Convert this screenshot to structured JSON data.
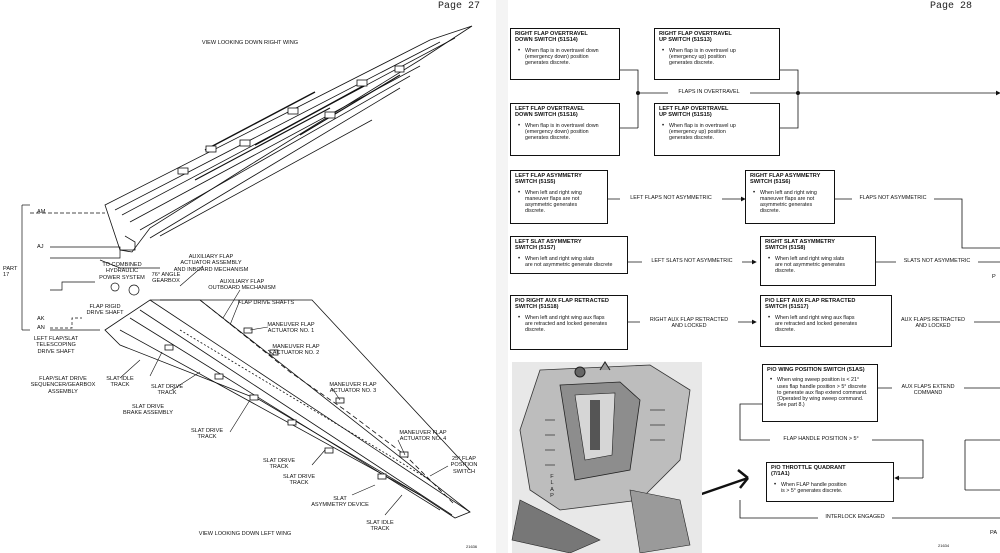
{
  "left_page": {
    "page_label": "Page 27",
    "top_caption": "VIEW LOOKING DOWN RIGHT WING",
    "bottom_caption": "VIEW LOOKING DOWN LEFT WING",
    "part_ref": "PART\n17",
    "station_am": "AM",
    "station_aj": "AJ",
    "station_ak": "AK",
    "station_an": "AN",
    "labels": {
      "hydraulic": "TO COMBINED\nHYDRAULIC\nPOWER SYSTEM",
      "aux_actuator_assy": "AUXILIARY FLAP\nACTUATOR ASSEMBLY\nAND INBOARD MECHANISM",
      "angle_gearbox": "76° ANGLE\nGEARBOX",
      "aux_outboard": "AUXILIARY FLAP\nOUTBOARD MECHANISM",
      "rigid_drive": "FLAP RIGID\nDRIVE SHAFT",
      "flap_drive_shafts": "FLAP DRIVE SHAFTS",
      "telescoping": "LEFT FLAP/SLAT\nTELESCOPING\nDRIVE SHAFT",
      "mfa1": "MANEUVER FLAP\nACTUATOR NO. 1",
      "mfa2": "MANEUVER FLAP\nACTUATOR NO. 2",
      "sequencer": "FLAP/SLAT DRIVE\nSEQUENCER/GEARBOX\nASSEMBLY",
      "slat_idle_1": "SLAT IDLE\nTRACK",
      "slat_drive_track_1": "SLAT DRIVE\nTRACK",
      "brake": "SLAT DRIVE\nBRAKE ASSEMBLY",
      "mfa3": "MANEUVER FLAP\nACTUATOR NO. 3",
      "slat_drive_track_2": "SLAT DRIVE\nTRACK",
      "mfa4": "MANEUVER FLAP\nACTUATOR NO. 4",
      "flap25": "25° FLAP\nPOSITION\nSWITCH",
      "slat_drive_track_3": "SLAT DRIVE\nTRACK",
      "slat_drive_track_4": "SLAT DRIVE\nTRACK",
      "asym_device": "SLAT\nASYMMETRY DEVICE",
      "slat_idle_2": "SLAT IDLE\nTRACK"
    },
    "footnote": "21636"
  },
  "right_page": {
    "page_label": "Page 28",
    "boxes": {
      "b1": {
        "title": "RIGHT FLAP OVERTRAVEL\nDOWN SWITCH (51S14)",
        "body": "When flap is in overtravel down\n(emergency down) position\ngenerates discrete."
      },
      "b2": {
        "title": "RIGHT FLAP OVERTRAVEL\nUP SWITCH (51S13)",
        "body": "When flap is in overtravel up\n(emergency up) position\ngenerates discrete."
      },
      "b3": {
        "title": "LEFT FLAP OVERTRAVEL\nDOWN SWITCH (51S16)",
        "body": "When flap is in overtravel down\n(emergency down) position\ngenerates discrete."
      },
      "b4": {
        "title": "LEFT FLAP OVERTRAVEL\nUP SWITCH (51S15)",
        "body": "When flap is in overtravel up\n(emergency up) position\ngenerates discrete."
      },
      "b5": {
        "title": "LEFT FLAP ASYMMETRY\nSWITCH (51S5)",
        "body": "When left and right wing\nmaneuver flaps are not\nasymmetric generates\ndiscrete."
      },
      "b6": {
        "title": "RIGHT FLAP ASYMMETRY\nSWITCH (51S6)",
        "body": "When left and right wing\nmaneuver flaps are not\nasymmetric generates\ndiscrete."
      },
      "b7": {
        "title": "LEFT SLAT ASYMMETRY\nSWITCH (51S7)",
        "body": "When left and right wing slats\nare not asymmetric generate discrete"
      },
      "b8": {
        "title": "RIGHT SLAT ASYMMETRY\nSWITCH (51S8)",
        "body": "When left and right wing slats\nare not asymmetric generates\ndiscrete."
      },
      "b9": {
        "title": "P/O RIGHT AUX FLAP RETRACTED\nSWITCH (51S18)",
        "body": "When left and right wing aux flaps\nare retracted and locked generates\ndiscrete."
      },
      "b10": {
        "title": "P/O LEFT AUX FLAP RETRACTED\nSWITCH (51S17)",
        "body": "When left and right wing aux flaps\nare retracted and locked generates\ndiscrete."
      },
      "b11": {
        "title": "P/O WING POSITION SWITCH (51AS)",
        "body": "When wing sweep position is < 21°\nuses flap handle position > 5° discrete\nto generate aux flap extend command.\n(Operated by wing sweep command.\nSee part 8.)"
      },
      "b12": {
        "title": "P/O THROTTLE QUADRANT\n(7/1A1)",
        "body": "When FLAP handle position\nis > 5° generates discrete."
      }
    },
    "signals": {
      "overtravel": "FLAPS IN OVERTRAVEL",
      "left_flaps_not_asym": "LEFT FLAPS NOT ASYMMETRIC",
      "flaps_not_asym": "FLAPS NOT ASYMMETRIC",
      "left_slats_not_asym": "LEFT SLATS NOT ASYMMETRIC",
      "slats_not_asym": "SLATS NOT ASYMMETRIC",
      "right_aux": "RIGHT AUX FLAP RETRACTED\nAND LOCKED",
      "aux_retracted": "AUX FLAPS RETRACTED\nAND LOCKED",
      "aux_extend": "AUX FLAPS EXTEND\nCOMMAND",
      "handle_pos": "FLAP HANDLE POSITION > 5°",
      "interlock": "INTERLOCK ENGAGED"
    },
    "margin_p": "P",
    "margin_pa": "PA",
    "photo_flap": "F\nL\nA\nP",
    "footnote": "21634"
  }
}
